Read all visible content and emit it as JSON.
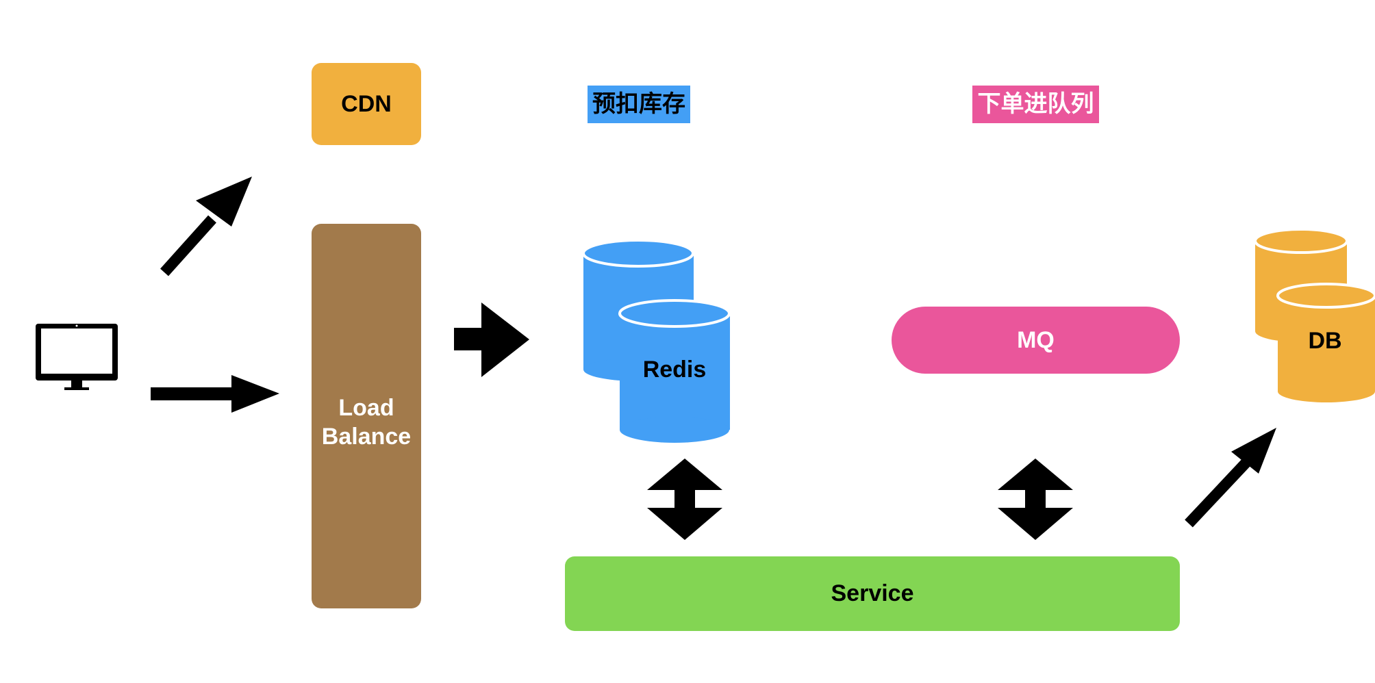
{
  "colors": {
    "cdn": "#f1b03e",
    "load_balance": "#a27a4b",
    "redis": "#439ff5",
    "mq": "#ea569b",
    "db": "#f1b03e",
    "service": "#83d553",
    "arrow": "#000000"
  },
  "icons": {
    "client": "monitor-icon"
  },
  "nodes": {
    "cdn": {
      "label": "CDN"
    },
    "load_balance": {
      "label": "Load\nBalance"
    },
    "redis": {
      "label": "Redis"
    },
    "mq": {
      "label": "MQ"
    },
    "db": {
      "label": "DB"
    },
    "service": {
      "label": "Service"
    }
  },
  "annotations": {
    "redis_tag": "预扣库存",
    "mq_tag": "下单进队列"
  }
}
